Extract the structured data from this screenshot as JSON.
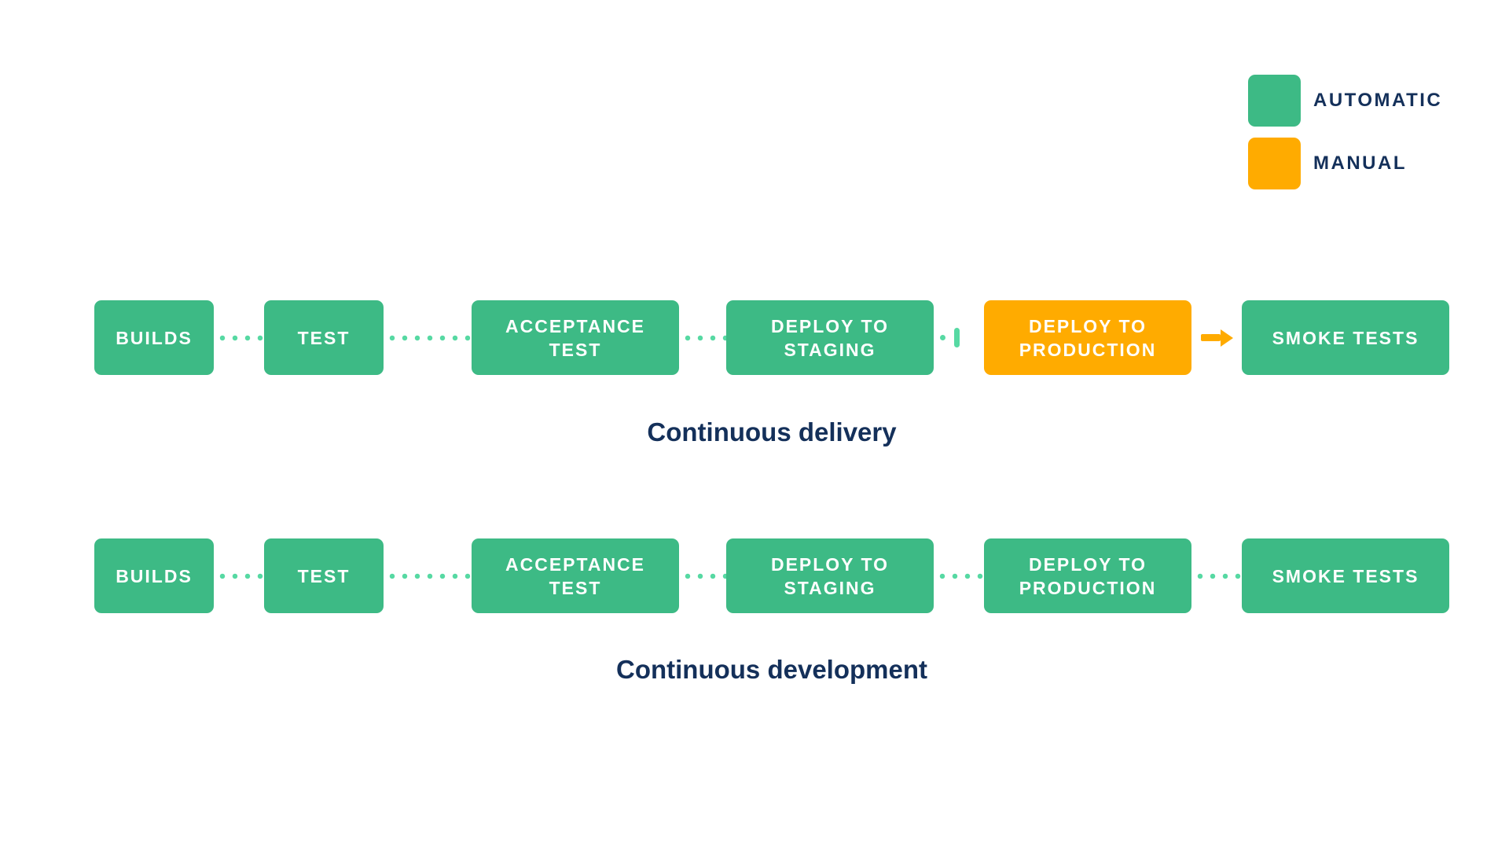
{
  "colors": {
    "automatic": "#3dba85",
    "manual": "#ffab00",
    "connector": "#57d9a3",
    "navy": "#14305a"
  },
  "legend": {
    "automatic_label": "AUTOMATIC",
    "manual_label": "MANUAL"
  },
  "pipelines": [
    {
      "caption": "Continuous delivery",
      "steps": [
        {
          "label": "BUILDS",
          "mode": "automatic"
        },
        {
          "label": "TEST",
          "mode": "automatic"
        },
        {
          "label": "ACCEPTANCE TEST",
          "mode": "automatic"
        },
        {
          "label": "DEPLOY TO STAGING",
          "mode": "automatic"
        },
        {
          "label": "DEPLOY TO PRODUCTION",
          "mode": "manual"
        },
        {
          "label": "SMOKE TESTS",
          "mode": "automatic"
        }
      ],
      "connectors": [
        "dotted",
        "dotted",
        "dotted",
        "pause",
        "arrow"
      ]
    },
    {
      "caption": "Continuous development",
      "steps": [
        {
          "label": "BUILDS",
          "mode": "automatic"
        },
        {
          "label": "TEST",
          "mode": "automatic"
        },
        {
          "label": "ACCEPTANCE TEST",
          "mode": "automatic"
        },
        {
          "label": "DEPLOY TO STAGING",
          "mode": "automatic"
        },
        {
          "label": "DEPLOY TO PRODUCTION",
          "mode": "automatic"
        },
        {
          "label": "SMOKE TESTS",
          "mode": "automatic"
        }
      ],
      "connectors": [
        "dotted",
        "dotted",
        "dotted",
        "dotted",
        "dotted"
      ]
    }
  ]
}
